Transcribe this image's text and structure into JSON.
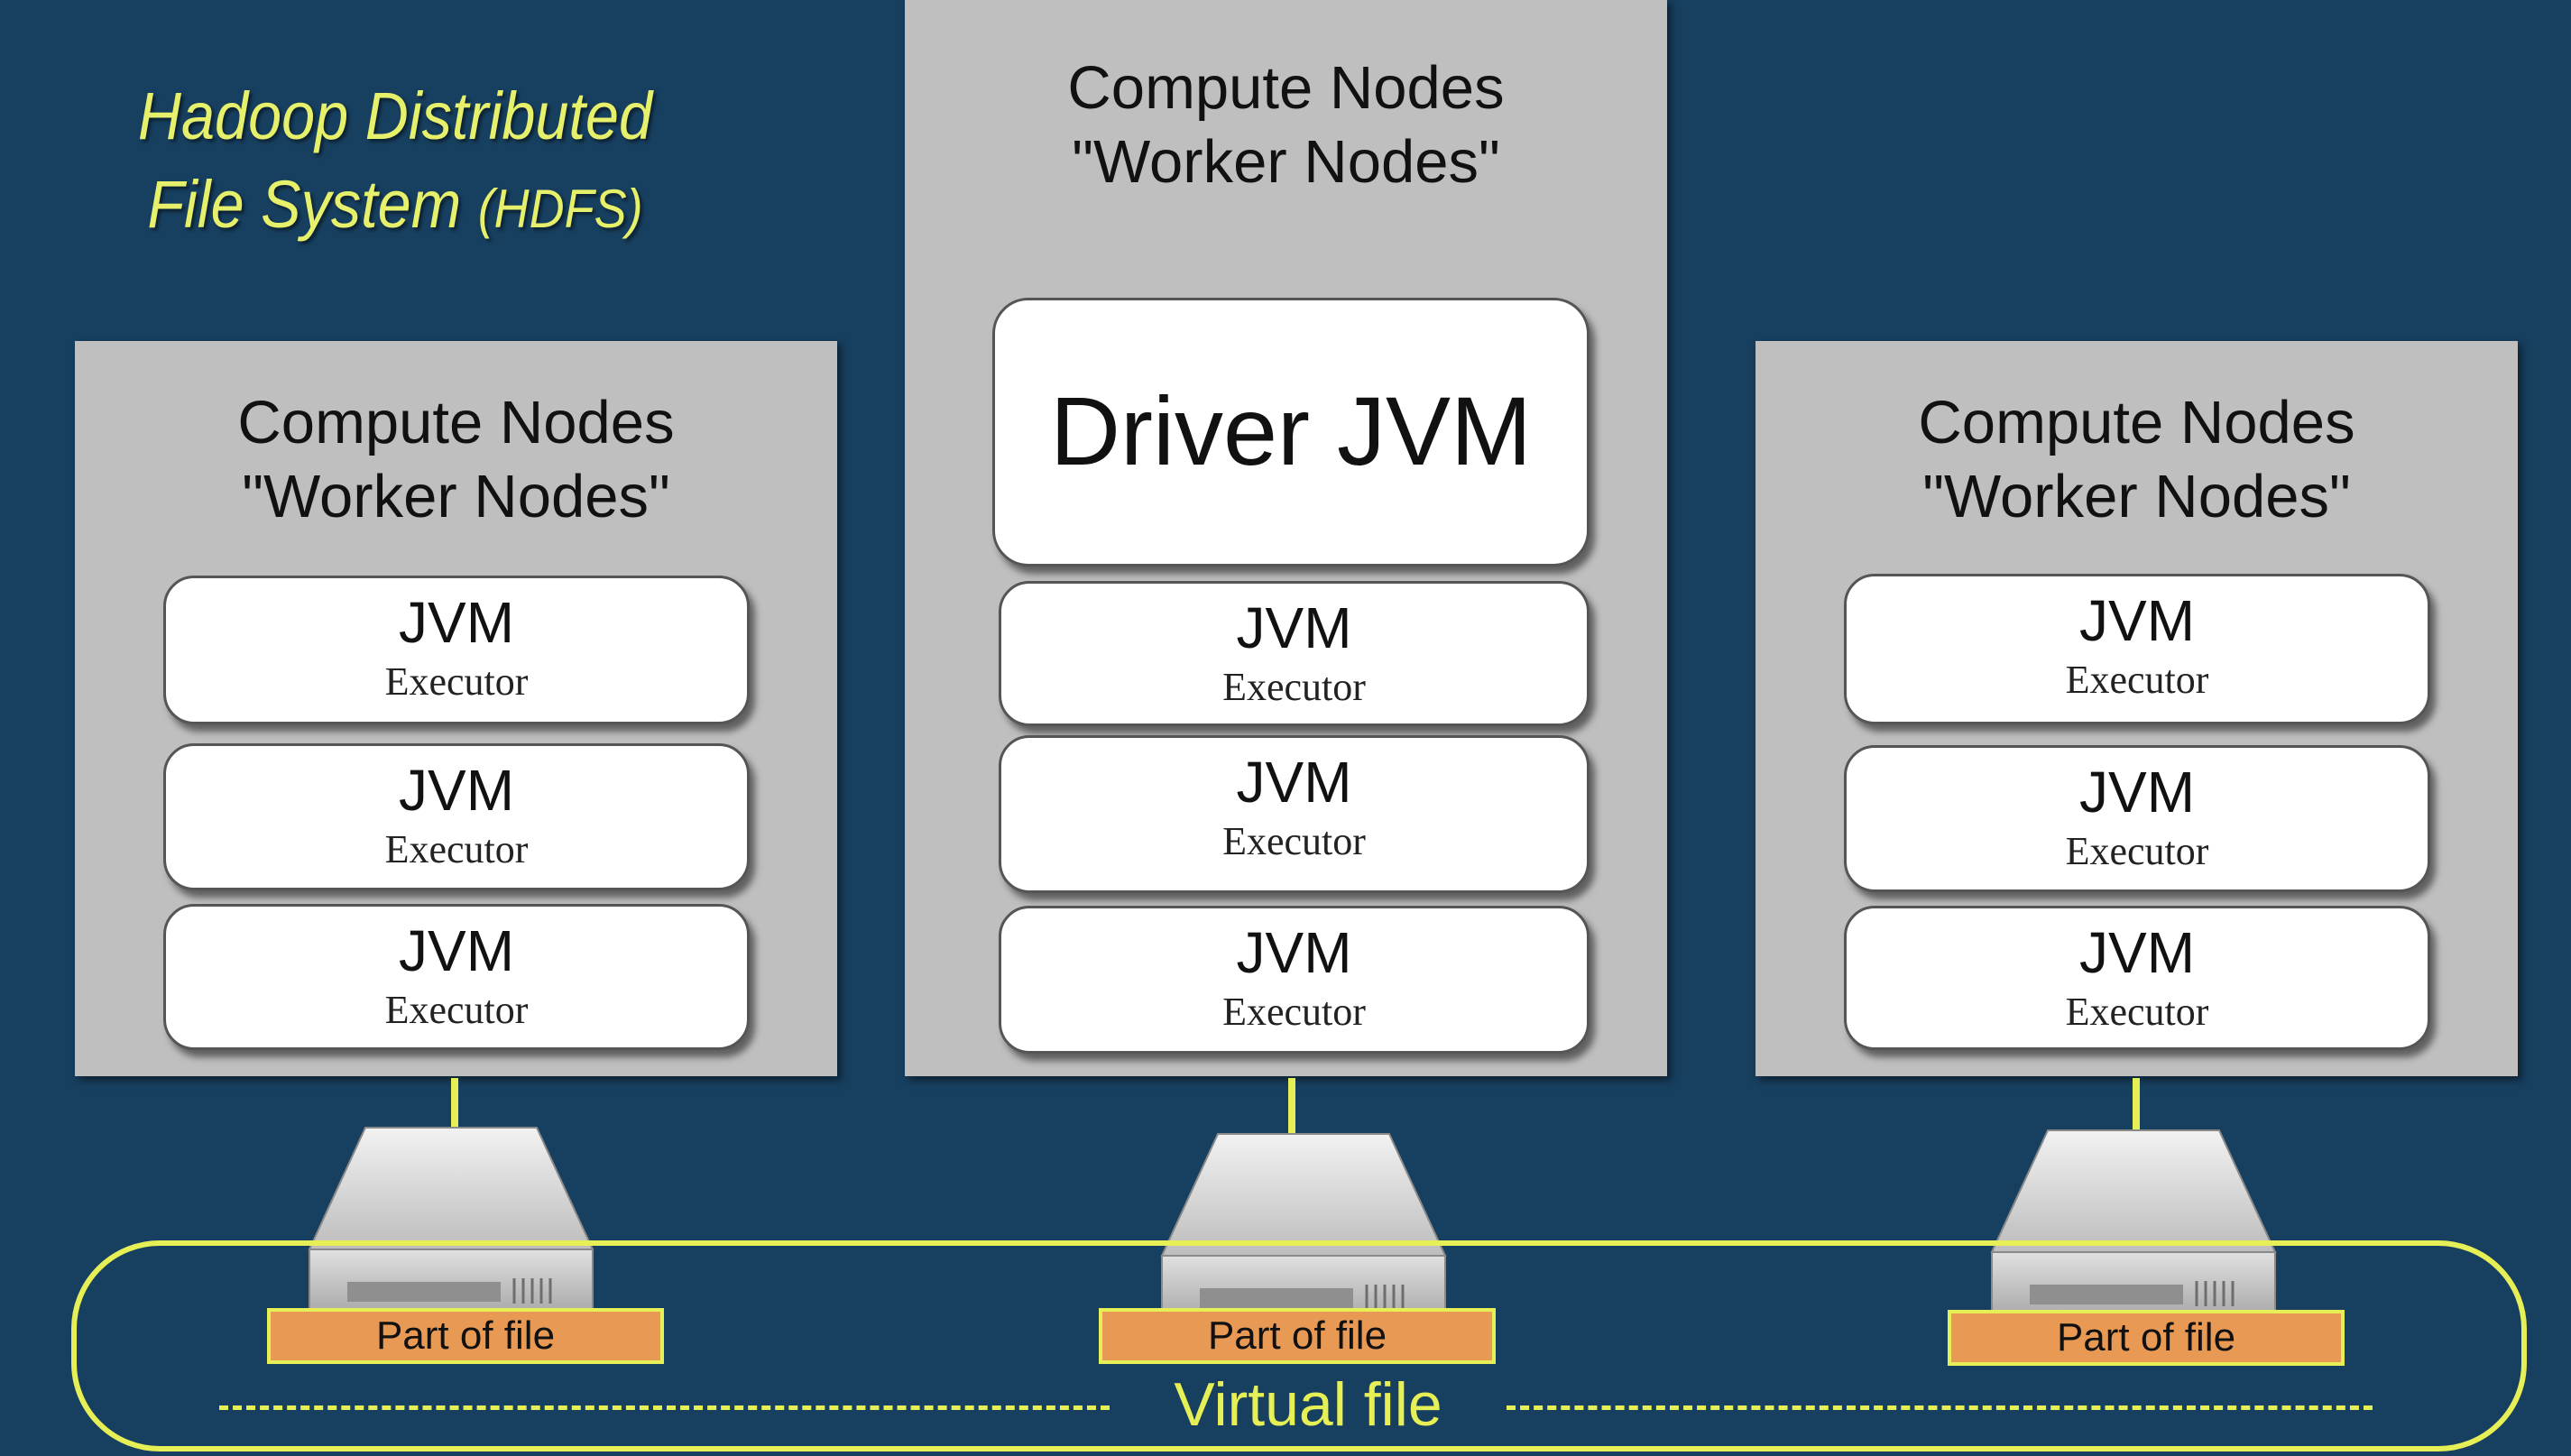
{
  "title": {
    "line1": "Hadoop Distributed",
    "line2": "File System",
    "line2_suffix": "(HDFS)"
  },
  "nodes": {
    "left": {
      "title1": "Compute Nodes",
      "title2": "\"Worker Nodes\""
    },
    "center": {
      "title1": "Compute Nodes",
      "title2": "\"Worker Nodes\"",
      "driver": "Driver JVM"
    },
    "right": {
      "title1": "Compute Nodes",
      "title2": "\"Worker Nodes\""
    }
  },
  "executor": {
    "jvm": "JVM",
    "label": "Executor"
  },
  "part_label": "Part of file",
  "virtual_file": "Virtual file",
  "colors": {
    "background": "#173f5f",
    "node": "#bfbfbf",
    "accent": "#e6ef55",
    "part": "#e89a55"
  }
}
